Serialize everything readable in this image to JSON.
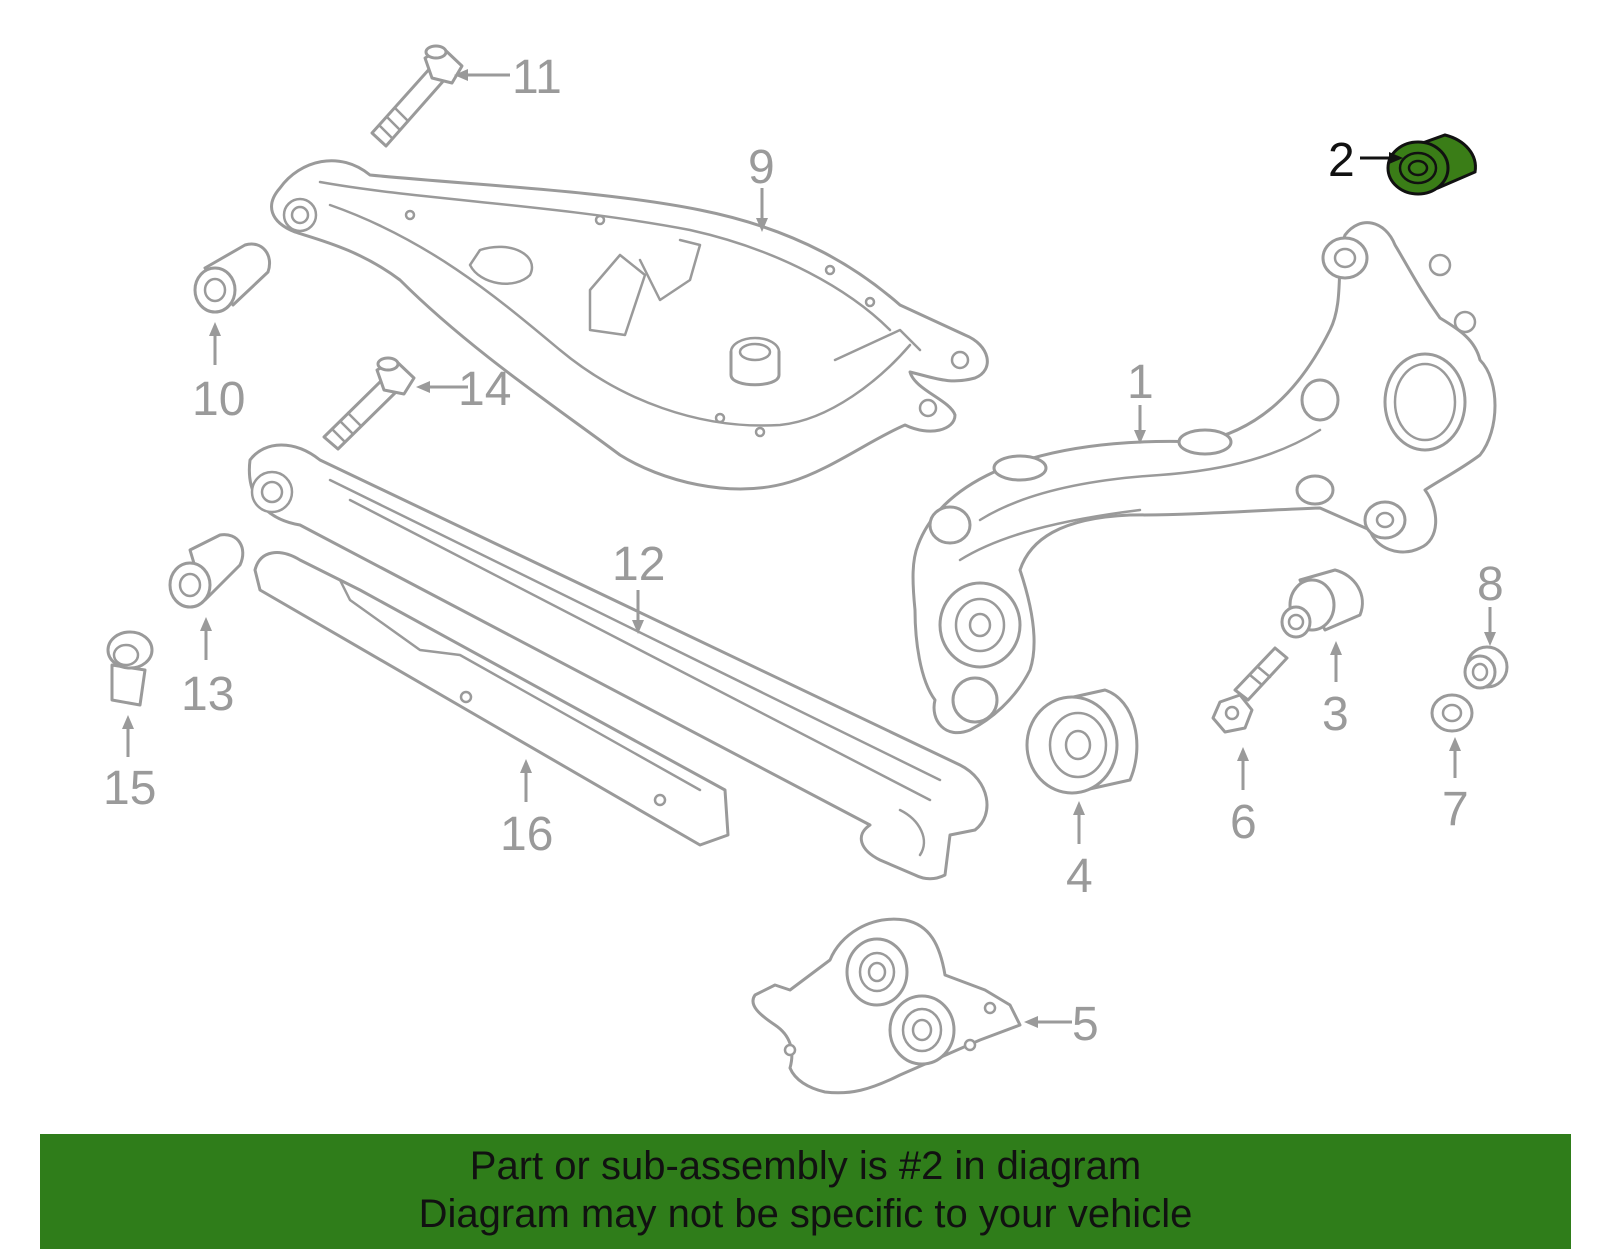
{
  "callouts": {
    "c1": "1",
    "c2": "2",
    "c3": "3",
    "c4": "4",
    "c5": "5",
    "c6": "6",
    "c7": "7",
    "c8": "8",
    "c9": "9",
    "c10": "10",
    "c11": "11",
    "c12": "12",
    "c13": "13",
    "c14": "14",
    "c15": "15",
    "c16": "16"
  },
  "highlighted_part": "2",
  "banner": {
    "line1": "Part or sub-assembly is #2 in diagram",
    "line2": "Diagram may not be specific to your vehicle"
  },
  "colors": {
    "highlight": "#3a7d17",
    "banner_background": "#2f7d1a",
    "line_art": "#9a9a9a"
  }
}
